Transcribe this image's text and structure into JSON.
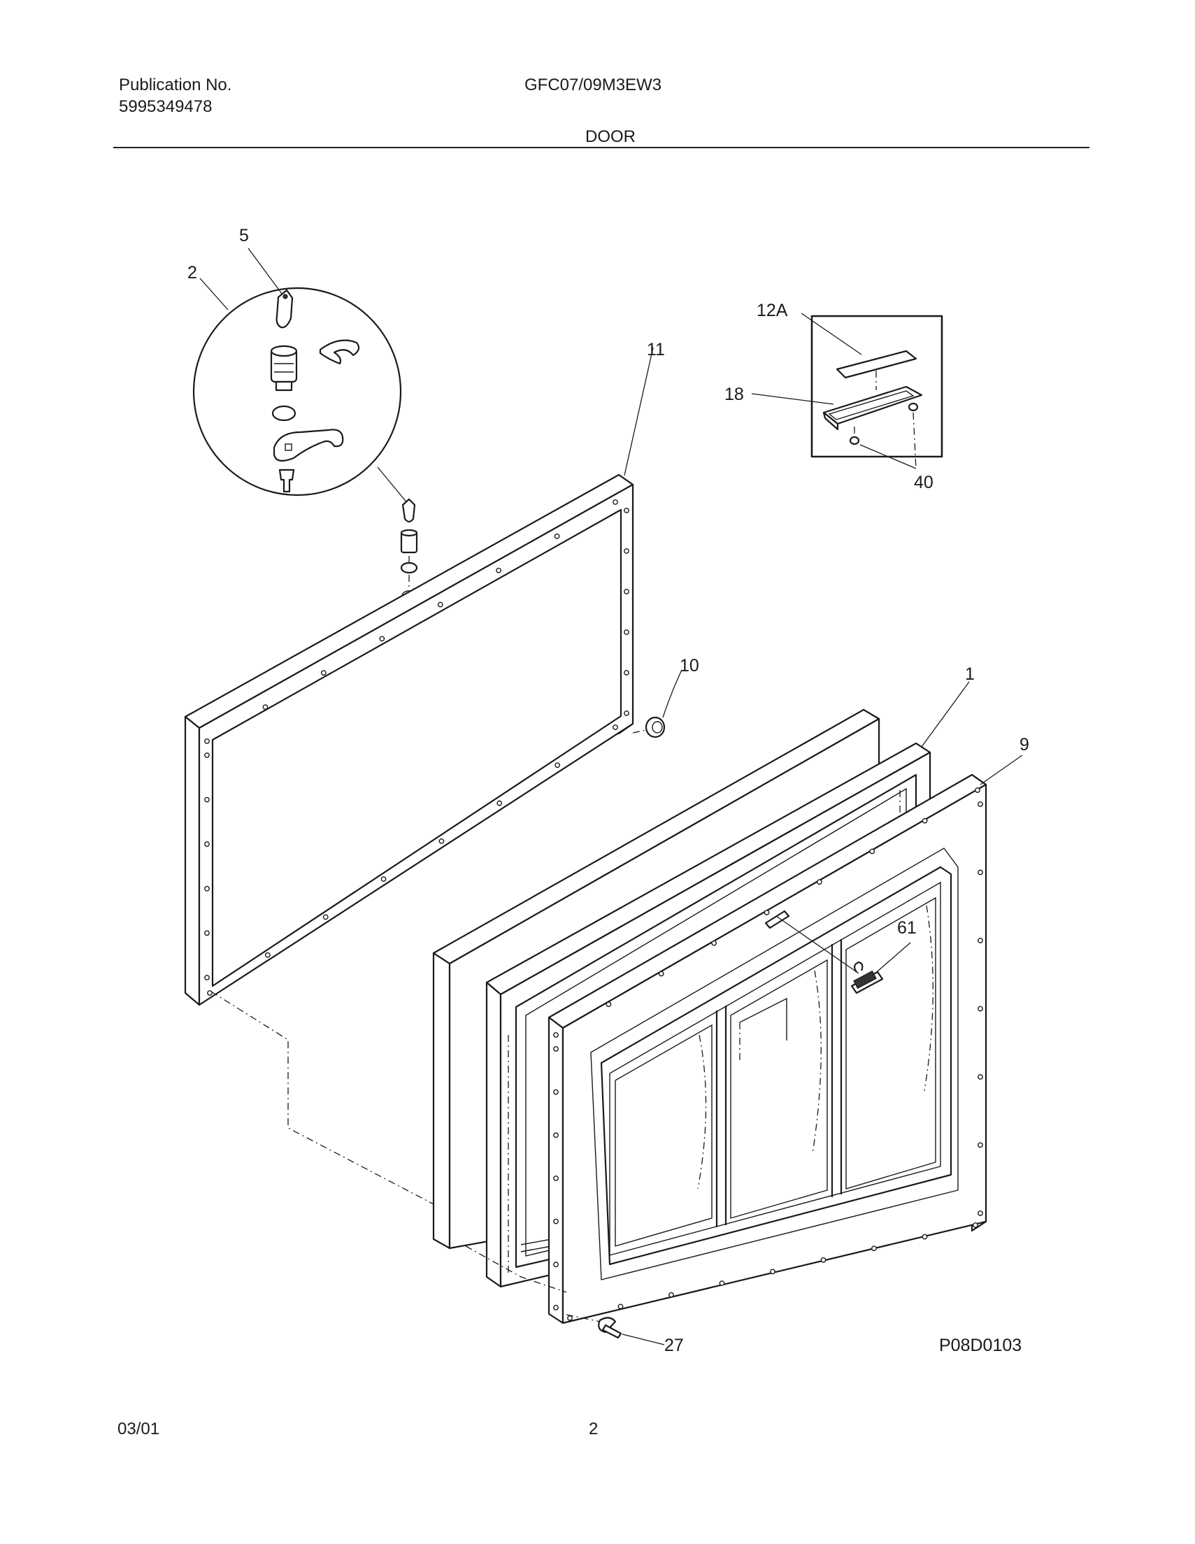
{
  "header": {
    "publication_label": "Publication No.",
    "publication_number": "5995349478",
    "model": "GFC07/09M3EW3",
    "section_title": "DOOR"
  },
  "diagram": {
    "drawing_id": "P08D0103",
    "callouts": {
      "p1": "1",
      "p2": "2",
      "p5": "5",
      "p9": "9",
      "p10": "10",
      "p11": "11",
      "p12a": "12A",
      "p18": "18",
      "p27": "27",
      "p40": "40",
      "p61": "61"
    }
  },
  "footer": {
    "date": "03/01",
    "page_number": "2"
  }
}
